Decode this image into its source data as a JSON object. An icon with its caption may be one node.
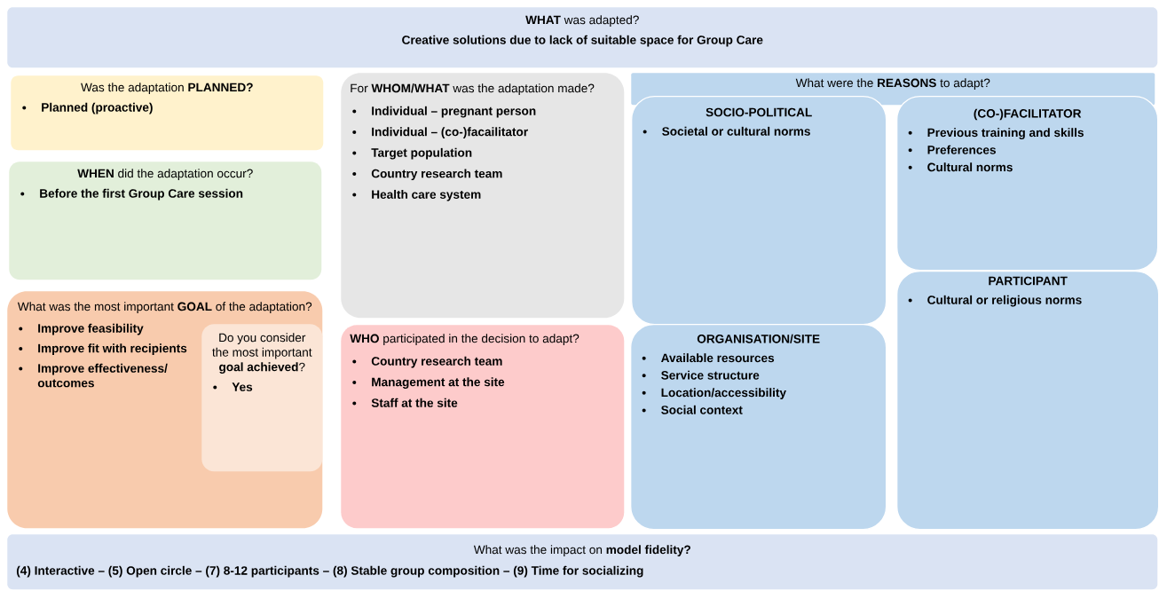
{
  "diagram": {
    "nodes": [
      {
        "text": [
          "**WHAT** was adapted?",
          "Creative solutions due to lack of suitable space for Group Care"
        ]
      },
      {
        "text": [
          "Was the adaptation **PLANNED?**",
          "Planned (proactive)"
        ]
      },
      {
        "text": [
          "**WHEN** did the adaptation occur?",
          "Before the first Group Care session"
        ]
      },
      {
        "text": [
          "What was the most important **GOAL** of the adaptation?",
          "Improve feasibility",
          "Improve fit with recipients",
          "Improve effectiveness/ outcomes"
        ]
      },
      {
        "text": [
          "Do you consider the most important **goal achieved**?",
          "Yes"
        ],
        "in": 3
      },
      {
        "text": [
          "For **WHOM/WHAT** was the adaptation made?",
          "Individual – pregnant person",
          "Individual – (co-)facailitator",
          "Target population",
          "Country research team",
          "Health care system"
        ]
      },
      {
        "text": [
          "**WHO** participated in the decision to adapt?",
          "Country research team",
          "Management at the site",
          "Staff at the site"
        ]
      },
      {
        "text": [
          "What were the **REASONS** to adapt?"
        ]
      },
      {
        "text": [
          "SOCIO-POLITICAL",
          "Societal or cultural norms"
        ]
      },
      {
        "text": [
          "(CO-)FACILITATOR",
          "Previous training and skills",
          "Preferences",
          "Cultural norms"
        ]
      },
      {
        "text": [
          "ORGANISATION/SITE",
          "Available resources",
          "Service structure",
          "Location/accessibility",
          "Social context"
        ]
      },
      {
        "text": [
          "PARTICIPANT",
          "Cultural or religious norms"
        ]
      },
      {
        "text": [
          "What was the impact on **model fidelity?**",
          "(4) Interactive – (5) Open circle – (7) 8-12 participants – (8) Stable group composition – (9) Time for socializing"
        ]
      }
    ]
  }
}
